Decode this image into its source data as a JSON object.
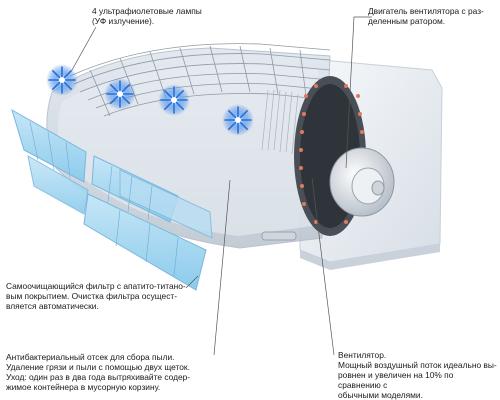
{
  "labels": {
    "uv_lamps": "4 ультрафиолетовые лампы\n(УФ излучение).",
    "fan_motor": "Двигатель вентилятора с раз-\nделенным ратором.",
    "filter": "Самоочищающийся фильтр с апатито-титано-\nвым покрытием. Очистка фильтра осущест-\nвляется автоматически.",
    "dust_box": "Антибактериальный отсек для сбора пыли.\nУдаление грязи и пыли с помощью двух щеток.\nУход: один раз в два года вытряхивайте содер-\nжимое контейнера в мусорную корзину.",
    "fan": "Вентилятор.\nМощный воздушный поток идеально вы-\nровнен и увеличен на 10% по сравнению с\nобычными моделями."
  },
  "colors": {
    "body": "#eef2f6",
    "filter_blue": "#9fd3ef",
    "uv_glow": "#2a6fd8",
    "motor": "#3a3f47",
    "leader": "#555555"
  },
  "icons": [
    "uv-lamp-icon",
    "fan-motor-icon"
  ]
}
